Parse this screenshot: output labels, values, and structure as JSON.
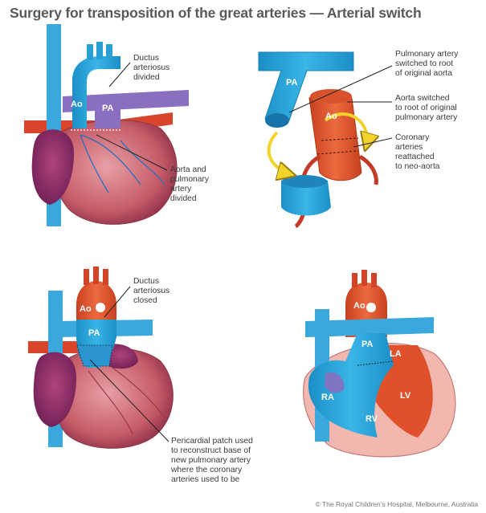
{
  "title": "Surgery for transposition of the great arteries — Arterial switch",
  "panels": {
    "top_left": {
      "labels": {
        "ao": "Ao",
        "pa": "PA"
      },
      "callouts": {
        "ductus": [
          "Ductus",
          "arteriosus",
          "divided"
        ],
        "divided": [
          "Aorta and",
          "pulmonary",
          "artery",
          "divided"
        ]
      }
    },
    "top_right": {
      "labels": {
        "pa": "PA",
        "ao": "Ao"
      },
      "callouts": {
        "pa_switched": [
          "Pulmonary artery",
          "switched to root",
          "of original aorta"
        ],
        "ao_switched": [
          "Aorta switched",
          "to root of original",
          "pulmonary artery"
        ],
        "coronary": [
          "Coronary",
          "arteries",
          "reattached",
          "to neo-aorta"
        ]
      }
    },
    "bottom_left": {
      "labels": {
        "ao": "Ao",
        "pa": "PA"
      },
      "callouts": {
        "ductus_closed": [
          "Ductus",
          "arteriosus",
          "closed"
        ],
        "patch": [
          "Pericardial patch used",
          "to reconstruct base of",
          "new pulmonary artery",
          "where the coronary",
          "arteries used to be"
        ]
      }
    },
    "bottom_right": {
      "labels": {
        "ao": "Ao",
        "pa": "PA",
        "la": "LA",
        "ra": "RA",
        "lv": "LV",
        "rv": "RV"
      }
    }
  },
  "credit": "© The Royal Children’s Hospital, Melbourne, Australia",
  "colors": {
    "blue": "#2aa7dc",
    "red": "#e0502a",
    "purple": "#8a6fc0",
    "heart": "#c85f6a",
    "yellow": "#f2d32a",
    "text": "#3a3a3a"
  }
}
